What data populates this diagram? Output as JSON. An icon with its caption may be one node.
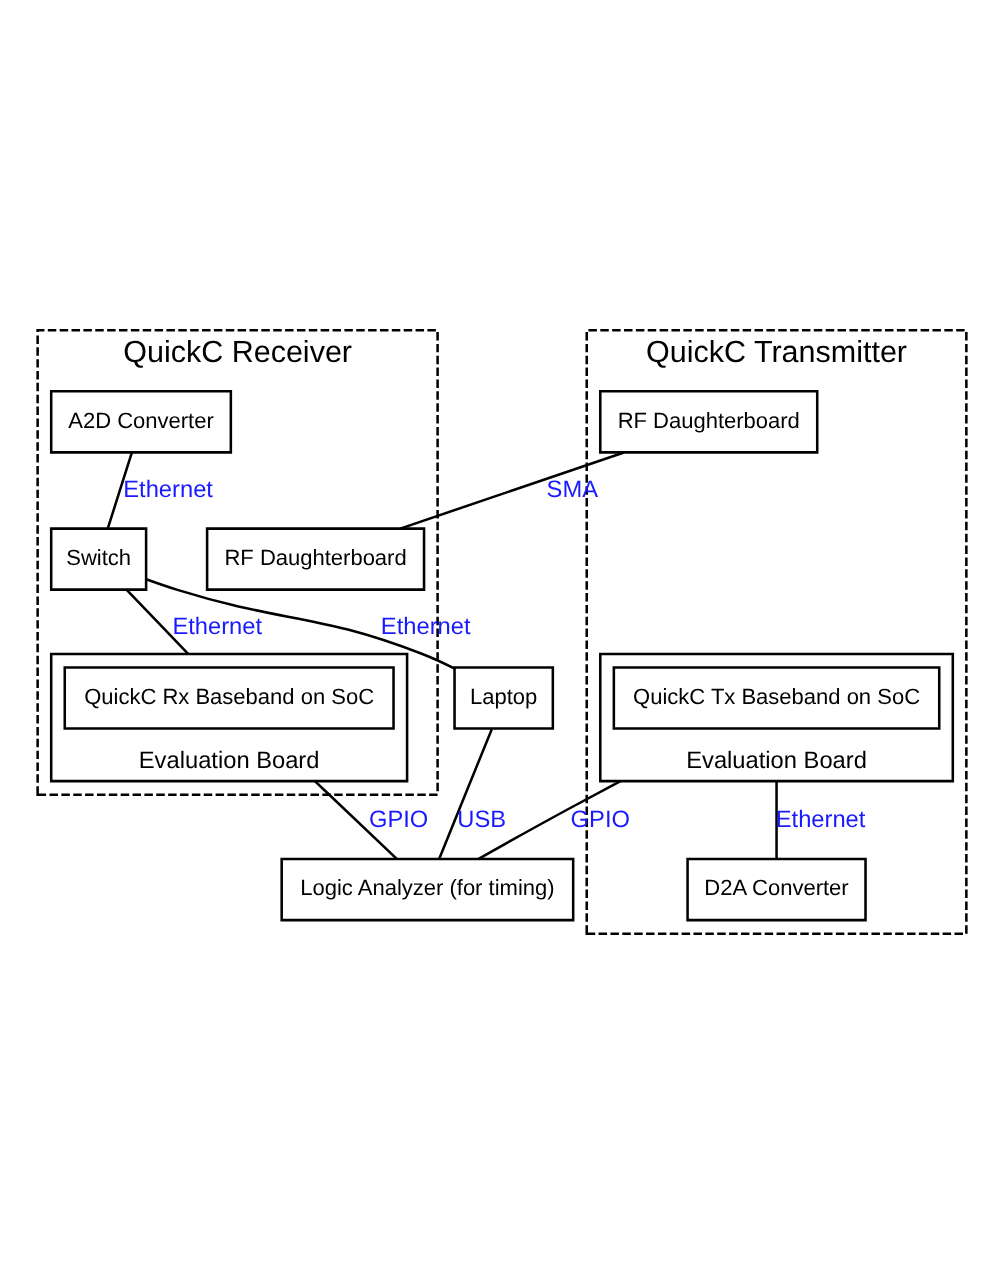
{
  "diagram": {
    "nodes": [
      {
        "text": [
          "QuickC Transmitter"
        ]
      },
      {
        "text": [
          "Evaluation Board"
        ],
        "in": 0
      },
      {
        "text": [
          "QuickC Tx Baseband on SoC"
        ],
        "in": 1
      },
      {
        "text": [
          "D2A Converter"
        ],
        "in": 0
      },
      {
        "text": [
          "RF Daughterboard"
        ],
        "in": 0
      },
      {
        "text": [
          "QuickC Receiver"
        ]
      },
      {
        "text": [
          "RF Daughterboard"
        ],
        "in": 5
      },
      {
        "text": [
          "A2D Converter"
        ],
        "in": 5
      },
      {
        "text": [
          "Switch"
        ],
        "in": 5
      },
      {
        "text": [
          "Evaluation Board"
        ],
        "in": 5
      },
      {
        "text": [
          "QuickC Rx Baseband on SoC"
        ],
        "in": 9
      },
      {
        "text": [
          "Logic Analyzer (for timing)"
        ]
      },
      {
        "text": [
          "Laptop"
        ]
      }
    ],
    "edges": [
      {
        "from": 1,
        "to": 3,
        "arrow": "none",
        "label": "Ethernet"
      },
      {
        "from": 4,
        "to": 6,
        "arrow": "none",
        "label": "SMA"
      },
      {
        "from": 7,
        "to": 8,
        "arrow": "none",
        "label": "Ethernet"
      },
      {
        "from": 8,
        "to": 12,
        "arrow": "none",
        "label": "Ethernet"
      },
      {
        "from": 8,
        "to": 9,
        "arrow": "none",
        "label": "Ethernet"
      },
      {
        "from": 1,
        "to": 11,
        "arrow": "none",
        "label": "GPIO"
      },
      {
        "from": 12,
        "to": 11,
        "arrow": "none",
        "label": "USB"
      },
      {
        "from": 9,
        "to": 11,
        "arrow": "none",
        "label": "GPIO"
      }
    ]
  }
}
